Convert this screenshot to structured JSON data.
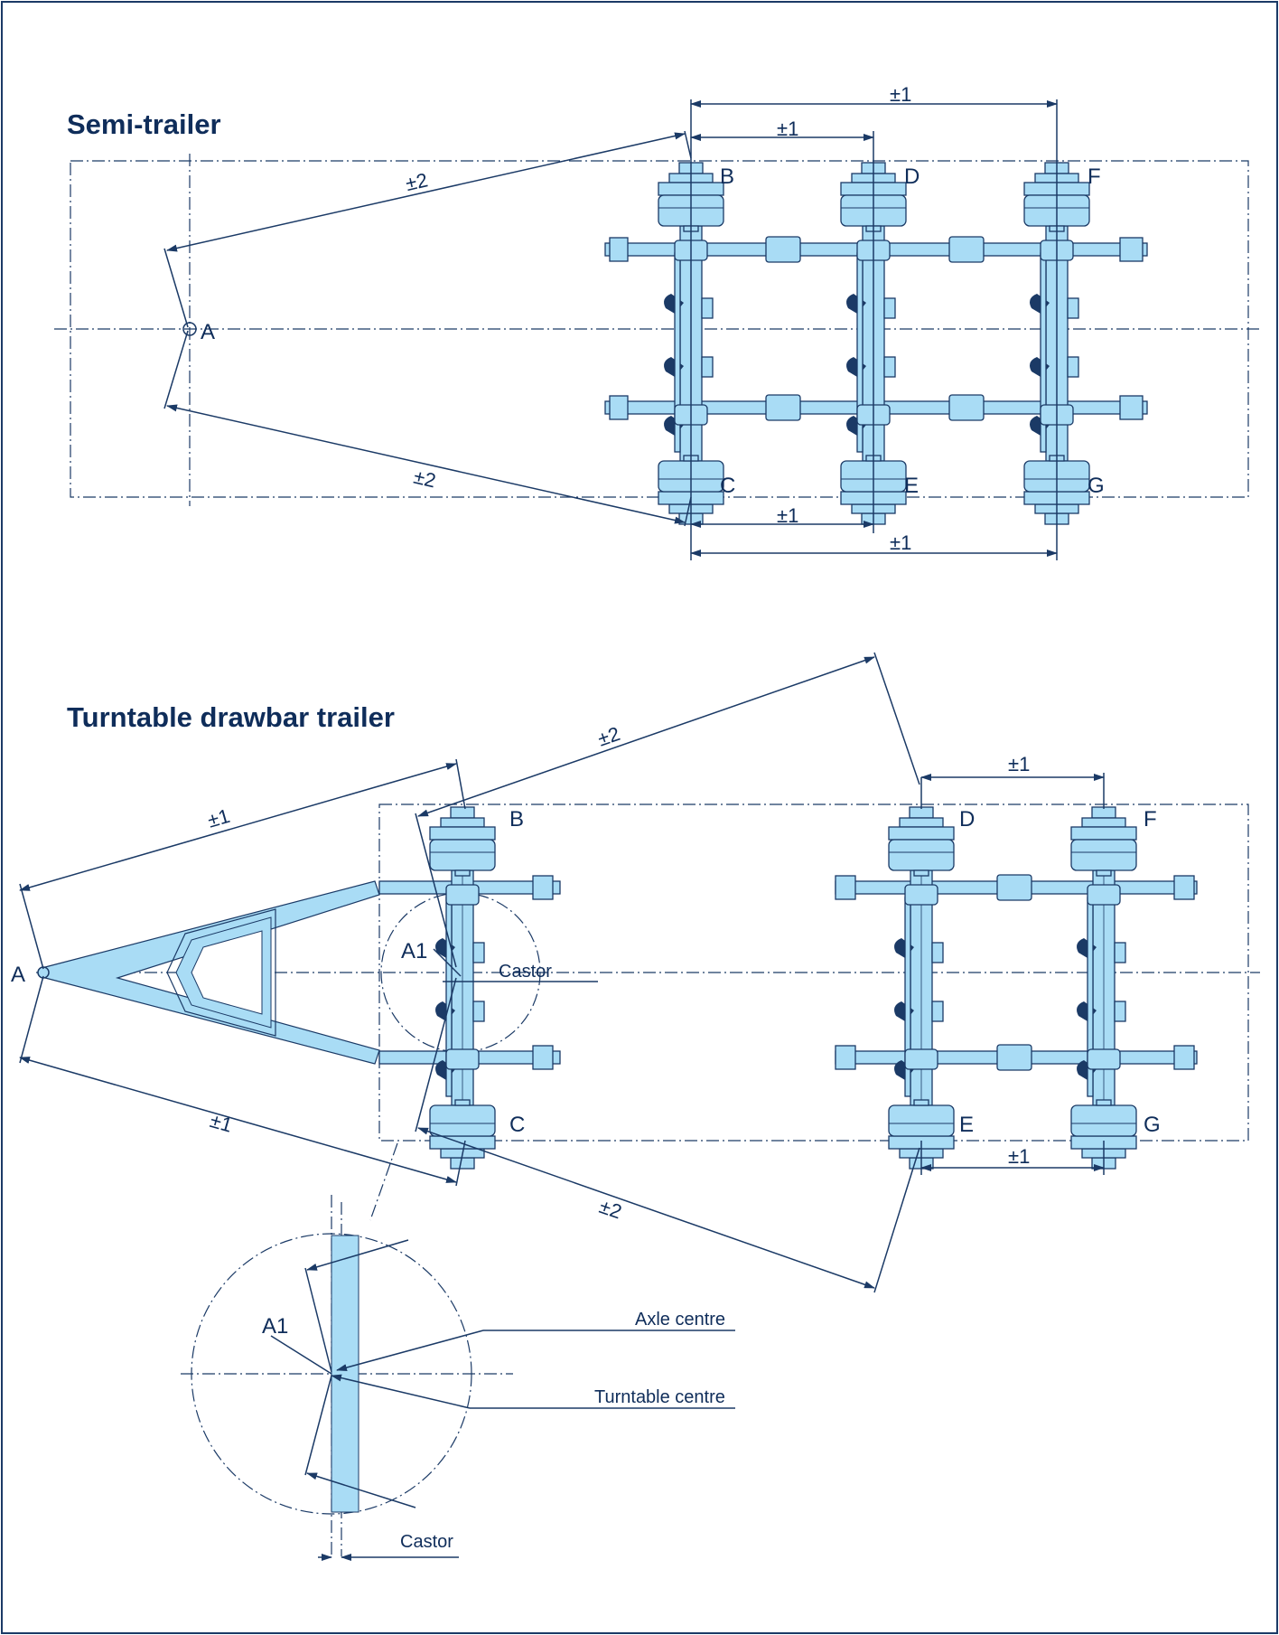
{
  "semi_trailer": {
    "title": "Semi-trailer",
    "points": {
      "A": "A",
      "B": "B",
      "C": "C",
      "D": "D",
      "E": "E",
      "F": "F",
      "G": "G"
    },
    "dims": {
      "tol1": "±1",
      "tol2": "±2"
    }
  },
  "turntable": {
    "title": "Turntable drawbar trailer",
    "points": {
      "A": "A",
      "A1": "A1",
      "B": "B",
      "C": "C",
      "D": "D",
      "E": "E",
      "F": "F",
      "G": "G"
    },
    "dims": {
      "tol1": "±1",
      "tol2": "±2"
    },
    "castor_label": "Castor"
  },
  "detail": {
    "a1_label": "A1",
    "axle_centre": "Axle centre",
    "turntable_centre": "Turntable centre",
    "castor_label": "Castor"
  },
  "colors": {
    "frame": "#1b3a66",
    "title": "#0f2d5a",
    "part_fill": "#a9dcf5"
  }
}
